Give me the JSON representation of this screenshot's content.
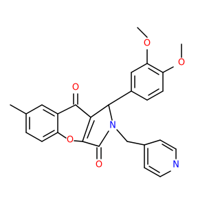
{
  "colors": {
    "background": "#ffffff",
    "bond": "#000000",
    "oxygen": "#ff0000",
    "nitrogen": "#0000ff"
  },
  "atom_labels": {
    "methoxy_top_O": "O",
    "methoxy_right_O": "O",
    "ketone_O": "O",
    "pyran_O": "O",
    "lactam_O": "O",
    "lactam_N": "N",
    "pyridine_N": "N"
  }
}
